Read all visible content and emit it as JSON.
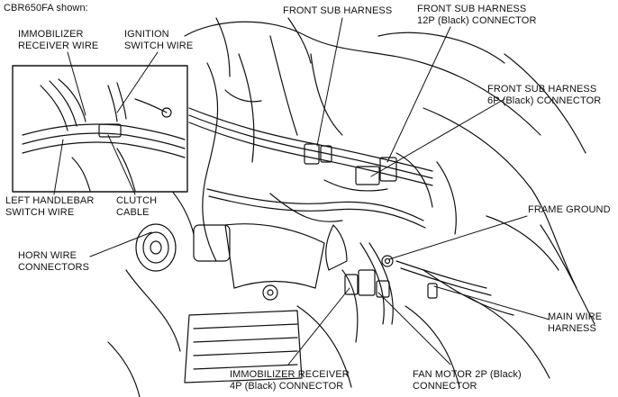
{
  "figure": {
    "model_note": "CBR650FA shown:"
  },
  "inset": {
    "labels": {
      "immobilizer_wire": "IMMOBILIZER\nRECEIVER WIRE",
      "ignition_wire": "IGNITION\nSWITCH WIRE",
      "left_handlebar_wire": "LEFT HANDLEBAR\nSWITCH WIRE",
      "clutch_cable": "CLUTCH\nCABLE"
    }
  },
  "callouts": {
    "front_sub_harness": "FRONT SUB HARNESS",
    "front_sub_12p": "FRONT SUB HARNESS\n12P (Black) CONNECTOR",
    "front_sub_6p": "FRONT SUB HARNESS\n6P (Black) CONNECTOR",
    "frame_ground": "FRAME GROUND",
    "horn_wire": "HORN WIRE\nCONNECTORS",
    "main_wire": "MAIN WIRE\nHARNESS",
    "immobilizer_4p": "IMMOBILIZER RECEIVER\n4P (Black) CONNECTOR",
    "fan_motor_2p": "FAN MOTOR 2P (Black)\nCONNECTOR"
  },
  "colors": {
    "ink": "#111111",
    "background": "#ffffff",
    "shade": "#dcdcdc"
  }
}
